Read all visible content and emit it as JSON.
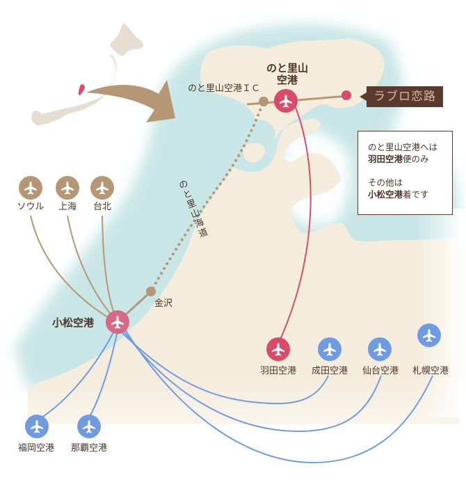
{
  "title": "Airport access map — Noto & Komatsu",
  "colors": {
    "sea": "#c9e6e6",
    "land": "#f4ecdc",
    "japan_land": "#e6ddd3",
    "ishikawa_highlight": "#d84b6a",
    "domestic_route": "#6f9be0",
    "international_route": "#b59675",
    "haneda_route": "#d84b6a",
    "accent_pink": "#d84b6a",
    "marker_brown": "#b59675",
    "callout_bg": "#5a3a2e",
    "callout_text": "#d9b99a",
    "text": "#4a3328"
  },
  "inset": {
    "label": "Japan overview map with Ishikawa highlighted",
    "arrow": "zoom-in arrow"
  },
  "places": {
    "noto_airport": {
      "line1": "のと里山",
      "line2": "空港"
    },
    "noto_ic": "のと里山空港ＩＣ",
    "noto_highway": [
      "の",
      "と",
      "里",
      "山",
      "海",
      "道"
    ],
    "kanazawa": "金沢",
    "komatsu_airport": "小松空港",
    "laburo_renji": "ラブロ恋路"
  },
  "international": [
    {
      "name": "ソウル"
    },
    {
      "name": "上海"
    },
    {
      "name": "台北"
    }
  ],
  "domestic": [
    {
      "name": "羽田空港",
      "type": "haneda"
    },
    {
      "name": "成田空港",
      "type": "domestic"
    },
    {
      "name": "仙台空港",
      "type": "domestic"
    },
    {
      "name": "札幌空港",
      "type": "domestic"
    },
    {
      "name": "福岡空港",
      "type": "domestic"
    },
    {
      "name": "那覇空港",
      "type": "domestic"
    }
  ],
  "note": {
    "line1": "のと里山空港へは",
    "line2_bold": "羽田空港",
    "line2_rest": "便のみ",
    "line3": "その他は",
    "line4_bold": "小松空港",
    "line4_rest": "着です"
  }
}
